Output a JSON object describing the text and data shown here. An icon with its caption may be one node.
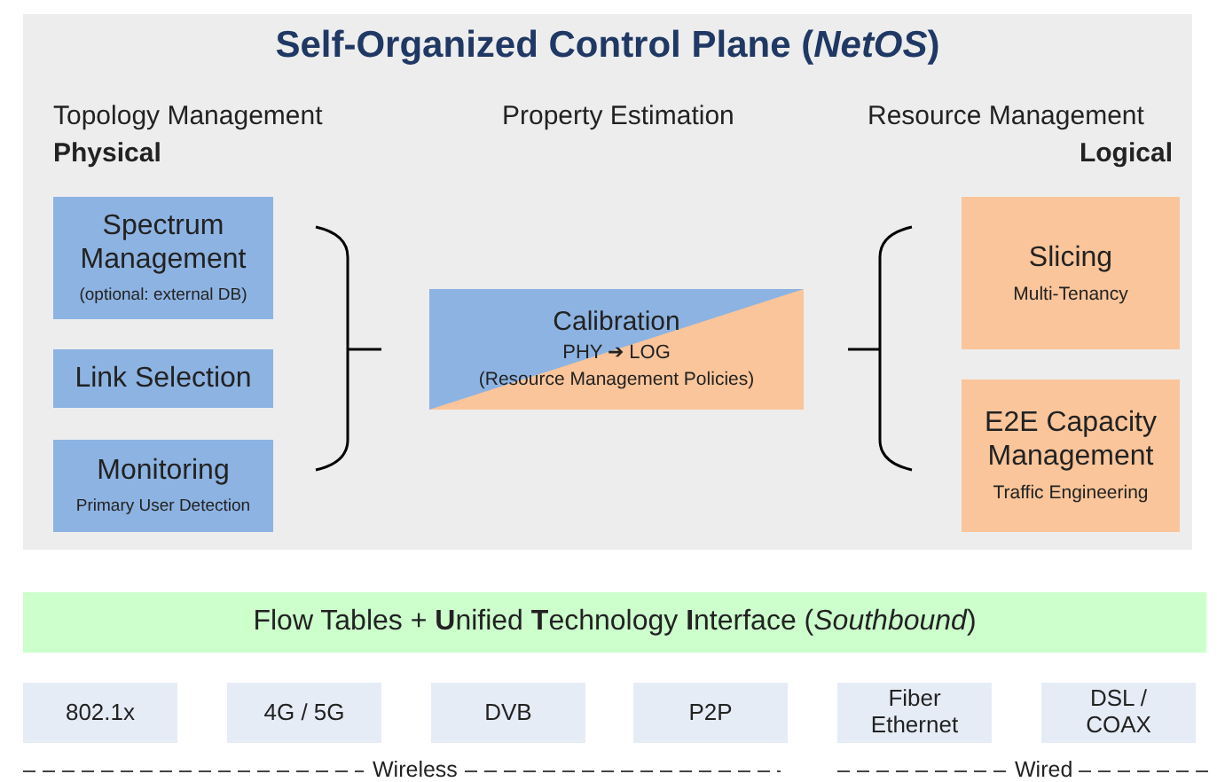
{
  "diagram": {
    "title": "Self-Organized Control Plane  (*NetOS*)",
    "nodes": [
      {
        "text": [],
        "shape": "box"
      },
      {
        "text": [
          "Spectrum Management",
          "(optional: external DB)"
        ],
        "in": 0
      },
      {
        "text": [
          "Link Selection"
        ],
        "in": 0
      },
      {
        "text": [
          "Monitoring",
          "Primary User Detection"
        ],
        "in": 0
      },
      {
        "text": [
          "Calibration",
          "PHY ➔ LOG",
          "(Resource Management  Policies)"
        ],
        "in": 0
      },
      {
        "text": [
          "Slicing",
          "Multi-Tenancy"
        ],
        "in": 0
      },
      {
        "text": [
          "E2E Capacity Management",
          "Traffic Engineering"
        ],
        "in": 0
      },
      {
        "text": [
          "Flow Tables  + **U**nified **T**echnology **I**nterface (*Southbound*)"
        ]
      },
      {
        "text": [
          "802.1x"
        ]
      },
      {
        "text": [
          "4G / 5G"
        ]
      },
      {
        "text": [
          "DVB"
        ]
      },
      {
        "text": [
          "P2P"
        ]
      },
      {
        "text": [
          "Fiber Ethernet"
        ]
      },
      {
        "text": [
          "DSL / COAX"
        ]
      }
    ],
    "labels": [
      "Topology Management",
      "Physical",
      "Property Estimation",
      "Resource Management",
      "Logical",
      "Wireless",
      "Wired"
    ]
  }
}
